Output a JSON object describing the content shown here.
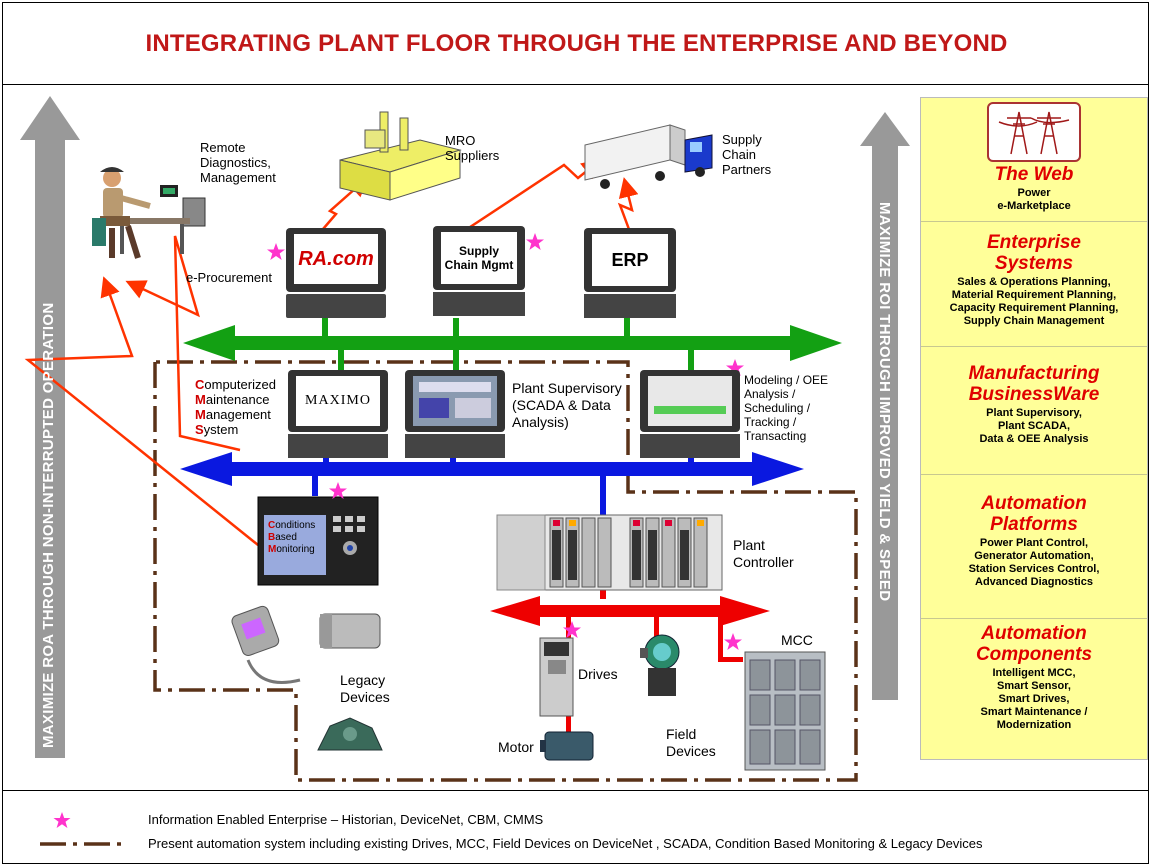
{
  "title": "INTEGRATING PLANT FLOOR THROUGH THE ENTERPRISE AND BEYOND",
  "left_arrow_text": "MAXIMIZE ROA THROUGH NON-INTERRUPTED OPERATION",
  "right_arrow_text": "MAXIMIZE ROI THROUGH IMPROVED YIELD & SPEED",
  "labels": {
    "remote": "Remote Diagnostics, Management",
    "mro": "MRO Suppliers",
    "supply_partners": "Supply Chain Partners",
    "eproc": "e-Procurement",
    "ra_screen": "RA.com",
    "scm_screen": "Supply Chain Mgmt",
    "erp_screen": "ERP",
    "maximo_screen": "MAXIMO",
    "plant_supervisory": "Plant Supervisory (SCADA & Data Analysis)",
    "modeling": "Modeling / OEE Analysis / Scheduling / Tracking / Transacting",
    "plant_controller": "Plant Controller",
    "legacy": "Legacy Devices",
    "drives": "Drives",
    "motor": "Motor",
    "field_devices": "Field Devices",
    "mcc": "MCC"
  },
  "cmms": [
    {
      "initial": "C",
      "rest": "omputerized"
    },
    {
      "initial": "M",
      "rest": "aintenance"
    },
    {
      "initial": "M",
      "rest": "anagement"
    },
    {
      "initial": "S",
      "rest": "ystem"
    }
  ],
  "cbm": [
    {
      "initial": "C",
      "rest": "onditions"
    },
    {
      "initial": "B",
      "rest": "ased"
    },
    {
      "initial": "M",
      "rest": "onitoring"
    }
  ],
  "side_panel": [
    {
      "heading": "The Web",
      "body": [
        "Power",
        "e-Marketplace"
      ]
    },
    {
      "heading": "Enterprise Systems",
      "body": [
        "Sales & Operations Planning,",
        "Material Requirement Planning,",
        "Capacity Requirement Planning,",
        "Supply Chain Management"
      ]
    },
    {
      "heading": "Manufacturing BusinessWare",
      "body": [
        "Plant Supervisory,",
        "Plant SCADA,",
        "Data & OEE Analysis"
      ]
    },
    {
      "heading": "Automation Platforms",
      "body": [
        "Power Plant Control,",
        "Generator Automation,",
        "Station Services Control,",
        "Advanced Diagnostics"
      ]
    },
    {
      "heading": "Automation Components",
      "body": [
        "Intelligent MCC,",
        "Smart Sensor,",
        "Smart Drives,",
        "Smart Maintenance /",
        "Modernization"
      ]
    }
  ],
  "legend": {
    "star_text": "Information Enabled Enterprise – Historian, DeviceNet, CBM, CMMS",
    "dash_text": "Present automation system including existing Drives, MCC, Field Devices on DeviceNet , SCADA, Condition Based Monitoring & Legacy Devices"
  },
  "colors": {
    "title": "#c01818",
    "green_bus": "#13a013",
    "blue_bus": "#0a18e0",
    "red_bus": "#ee0000",
    "dashed": "#5a3218",
    "star": "#ff33cc",
    "panel": "#ffff99"
  }
}
